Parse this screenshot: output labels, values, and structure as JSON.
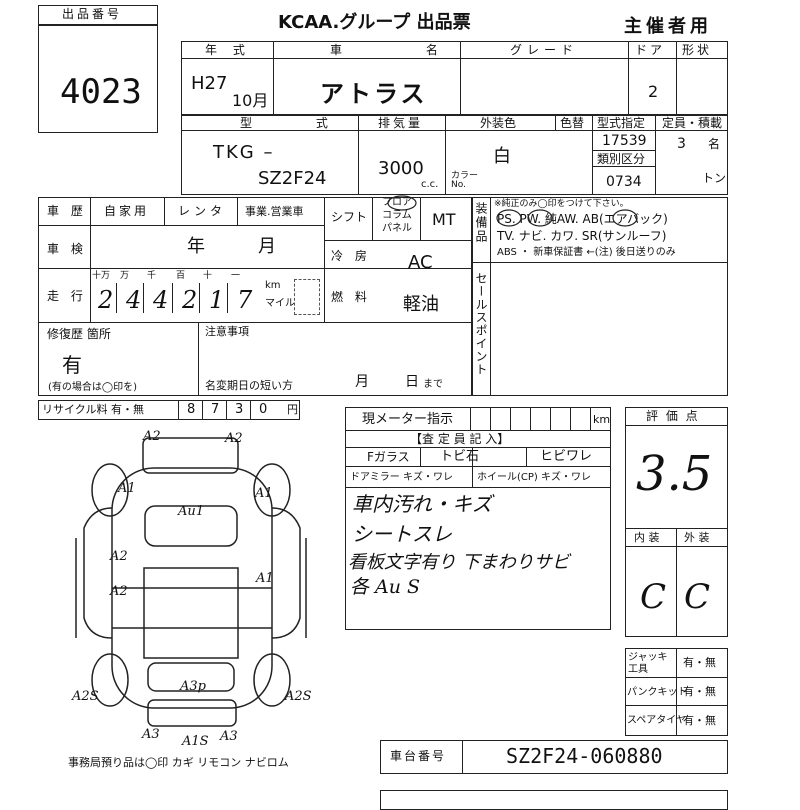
{
  "lot": {
    "label": "出品番号",
    "number": "4023"
  },
  "header": {
    "title": "KCAA.グループ 出品票",
    "copy": "主催者用"
  },
  "row1": {
    "year_h": "年 式",
    "name_h": "車 名",
    "grade_h": "グレード",
    "door_h": "ドア",
    "shape_h": "形状",
    "era": "H27",
    "month": "10月",
    "name": "アトラス",
    "doors": "2"
  },
  "row2": {
    "model_h": "型 式",
    "disp_h": "排気量",
    "color_h": "外装色",
    "colorcode_h": "色替",
    "typeno_h": "型式指定",
    "cap_h": "定員・積載",
    "model_a": "TKG –",
    "model_b": "SZ2F24",
    "disp": "3000",
    "cc": "c.c.",
    "color": "白",
    "colorno": "カラー No.",
    "typeno": "17539",
    "class_h": "類別区分",
    "classno": "0734",
    "cap": "3",
    "cap_unit": "名",
    "ton": "トン"
  },
  "history": {
    "label": "車 歴",
    "opts": "自家用",
    "rental": "レンタ",
    "biz": "事業.営業車"
  },
  "inspection": {
    "label": "車 検",
    "year": "年",
    "month": "月"
  },
  "mileage": {
    "label": "走 行",
    "units": [
      "十万",
      "万",
      "千",
      "百",
      "十",
      "一"
    ],
    "digits": [
      "2",
      "4",
      "4",
      "2",
      "1",
      "7"
    ],
    "km": "km",
    "mile": "マイル"
  },
  "shift": {
    "label": "シフト",
    "opts": [
      "フロア",
      "コラム",
      "パネル"
    ],
    "value": "MT"
  },
  "cool": {
    "label": "冷 房",
    "value": "AC"
  },
  "fuel": {
    "label": "燃 料",
    "value": "軽油"
  },
  "equip": {
    "label": "装備品",
    "note": "※純正のみ◯印をつけて下さい。",
    "line1": "PS. PW. 純AW. AB(エアバック)",
    "line2": "TV. ナビ. カワ. SR(サンルーフ)",
    "line3": "ABS ・ 新車保証書 ←(注) 後日送りのみ",
    "sales": "セールスポイント"
  },
  "repair": {
    "label": "修復歴 箇所",
    "value": "有",
    "hint": "(有の場合は◯印を)"
  },
  "notes": {
    "label": "注意事項",
    "deadline": "名変期日の短い方",
    "m": "月",
    "d": "日",
    "made": "まで"
  },
  "recycle": {
    "label": "リサイクル料 有・無",
    "digits": [
      "8",
      "7",
      "3",
      "0"
    ],
    "yen": "円"
  },
  "meter": {
    "label": "現メーター指示",
    "unit": "km"
  },
  "inspector": {
    "title": "【査 定 員 記 入】",
    "glass": "Fガラス",
    "chip": "トビ石",
    "crack": "ヒビワレ",
    "mirror": "ドアミラー キズ・ワレ",
    "wheel": "ホイール(CP) キズ・ワレ",
    "hand1": "車内汚れ・キズ",
    "hand2": "シートスレ",
    "hand3": "看板文字有り 下まわりサビ",
    "hand4": "各 Au S"
  },
  "score": {
    "label": "評 価 点",
    "value": "3.5",
    "int_h": "内 装",
    "ext_h": "外 装",
    "int": "C",
    "ext": "C"
  },
  "tools": {
    "jack": "ジャッキ工具",
    "kit": "パンクキット",
    "spare": "スペアタイヤ",
    "yn": "有・無"
  },
  "chassis": {
    "label": "車台番号",
    "value": "SZ2F24-060880"
  },
  "diagram": {
    "marks": [
      "A2",
      "A2",
      "A1",
      "A1",
      "Au1",
      "A2",
      "A1",
      "A2",
      "A3p",
      "A2S",
      "A2S",
      "A3",
      "A1S",
      "A3"
    ],
    "footer": "事務局預り品は◯印 カギ リモコン ナビロム"
  }
}
